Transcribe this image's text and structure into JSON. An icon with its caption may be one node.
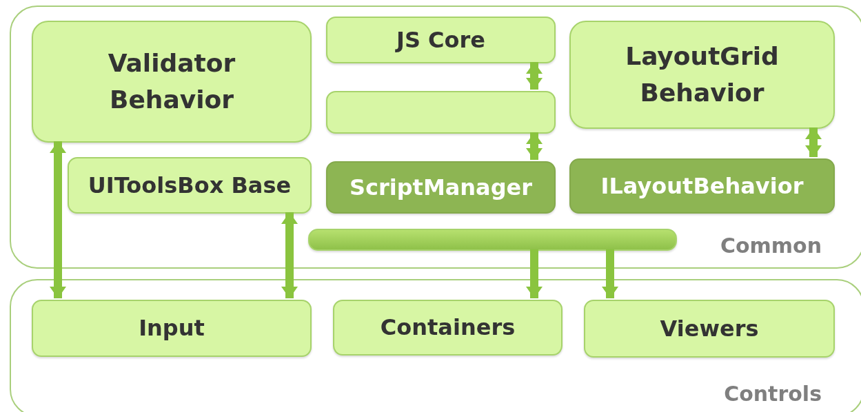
{
  "diagram": {
    "nodes": [
      {
        "text": [
          "Common"
        ]
      },
      {
        "text": [
          "Validator Behavior"
        ],
        "in": 0
      },
      {
        "text": [
          "JS Core"
        ],
        "in": 0
      },
      {
        "text": [],
        "shape": "box",
        "in": 0
      },
      {
        "text": [
          "LayoutGrid Behavior"
        ],
        "in": 0
      },
      {
        "text": [
          "UIToolsBox Base"
        ],
        "in": 0
      },
      {
        "text": [
          "ScriptManager"
        ],
        "in": 0
      },
      {
        "text": [
          "ILayoutBehavior"
        ],
        "in": 0
      },
      {
        "text": [],
        "shape": "bar",
        "in": 0
      },
      {
        "text": [
          "Controls"
        ]
      },
      {
        "text": [
          "Input"
        ],
        "in": 9
      },
      {
        "text": [
          "Containers"
        ],
        "in": 9
      },
      {
        "text": [
          "Viewers"
        ],
        "in": 9
      }
    ],
    "edges": [
      {
        "from": 1,
        "to": 10,
        "arrow": "both"
      },
      {
        "from": 2,
        "to": 3,
        "arrow": "both"
      },
      {
        "from": 3,
        "to": 6,
        "arrow": "both"
      },
      {
        "from": 4,
        "to": 7,
        "arrow": "both"
      },
      {
        "from": 5,
        "to": 10,
        "arrow": "both"
      },
      {
        "from": 8,
        "to": 11,
        "arrow": "to"
      },
      {
        "from": 8,
        "to": 12,
        "arrow": "to"
      }
    ]
  }
}
